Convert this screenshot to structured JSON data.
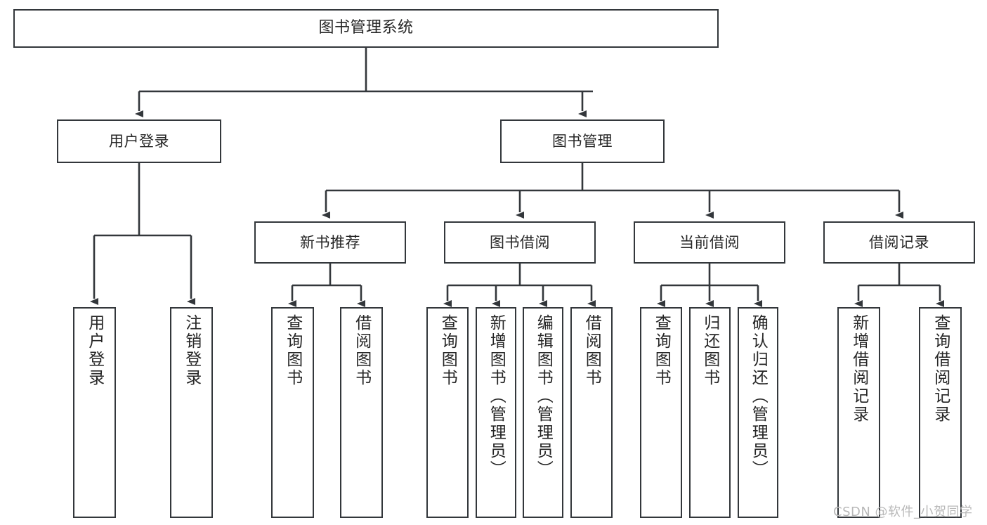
{
  "diagram": {
    "title": "图书管理系统",
    "type": "tree-hierarchy-chart",
    "watermark": "CSDN @软件_小贺同学",
    "stroke_color": "#33373b",
    "text_color": "#262626",
    "background_color": "#ffffff"
  },
  "nodes": {
    "root": {
      "label": "图书管理系统"
    },
    "level2": [
      {
        "id": "user-login",
        "label": "用户登录"
      },
      {
        "id": "book-manage",
        "label": "图书管理"
      }
    ],
    "level3": [
      {
        "id": "new-book-recommend",
        "label": "新书推荐"
      },
      {
        "id": "book-borrow",
        "label": "图书借阅"
      },
      {
        "id": "current-borrow",
        "label": "当前借阅"
      },
      {
        "id": "borrow-record",
        "label": "借阅记录"
      }
    ],
    "leaves": {
      "user_login": [
        {
          "id": "leaf-user-login",
          "label": "用户登录"
        },
        {
          "id": "leaf-logout-login",
          "label": "注销登录"
        }
      ],
      "new_book_recommend": [
        {
          "id": "leaf-query-book-1",
          "label": "查询图书"
        },
        {
          "id": "leaf-borrow-book-1",
          "label": "借阅图书"
        }
      ],
      "book_borrow": [
        {
          "id": "leaf-query-book-2",
          "label": "查询图书"
        },
        {
          "id": "leaf-add-book-admin",
          "label": "新增图书（管理员）"
        },
        {
          "id": "leaf-edit-book-admin",
          "label": "编辑图书（管理员）"
        },
        {
          "id": "leaf-borrow-book-2",
          "label": "借阅图书"
        }
      ],
      "current_borrow": [
        {
          "id": "leaf-query-book-3",
          "label": "查询图书"
        },
        {
          "id": "leaf-return-book",
          "label": "归还图书"
        },
        {
          "id": "leaf-confirm-return-admin",
          "label": "确认归还（管理员）"
        }
      ],
      "borrow_record": [
        {
          "id": "leaf-add-borrow-record",
          "label": "新增借阅记录"
        },
        {
          "id": "leaf-query-borrow-record",
          "label": "查询借阅记录"
        }
      ]
    }
  }
}
